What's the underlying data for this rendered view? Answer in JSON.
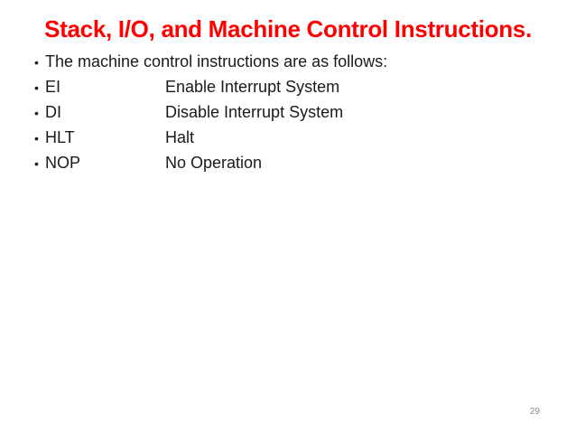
{
  "slide": {
    "title": "Stack, I/O, and Machine Control Instructions.",
    "bullet_char": "•",
    "intro": "The machine control instructions are as follows:",
    "instructions": [
      {
        "mnemonic": "EI",
        "description": "Enable Interrupt System"
      },
      {
        "mnemonic": "DI",
        "description": "Disable Interrupt System"
      },
      {
        "mnemonic": "HLT",
        "description": "Halt"
      },
      {
        "mnemonic": "NOP",
        "description": "No Operation"
      }
    ],
    "page_number": "29",
    "colors": {
      "title": "#fe0000",
      "body": "#1a1a1a",
      "page_number": "#8a8a8a"
    }
  }
}
